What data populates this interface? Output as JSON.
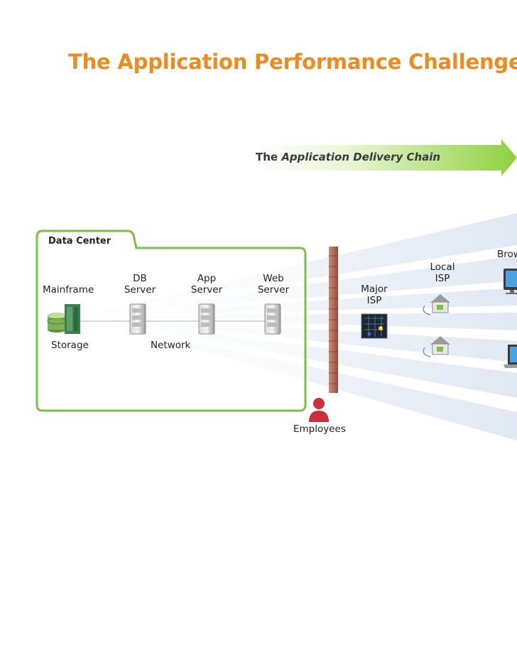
{
  "title": "The Application Performance Challenge",
  "chain": {
    "prefix": "The",
    "emphasis": "Application Delivery Chain"
  },
  "data_center": {
    "label": "Data Center",
    "mainframe": "Mainframe",
    "db_server": "DB Server",
    "app_server": "App Server",
    "web_server": "Web Server",
    "storage": "Storage",
    "network": "Network"
  },
  "internet": {
    "major_isp": "Major ISP",
    "local_isp": "Local ISP",
    "browser": "Brow",
    "employees": "Employees"
  },
  "colors": {
    "title": "#ee8a1e",
    "frame_green": "#7cbf4a",
    "arrow_green": "#8fd040",
    "firewall": "#b3634f"
  },
  "icons": [
    "database-icon",
    "server-icon",
    "firewall-icon",
    "isp-router-icon",
    "house-icon",
    "desktop-monitor-icon",
    "laptop-icon",
    "user-icon"
  ]
}
